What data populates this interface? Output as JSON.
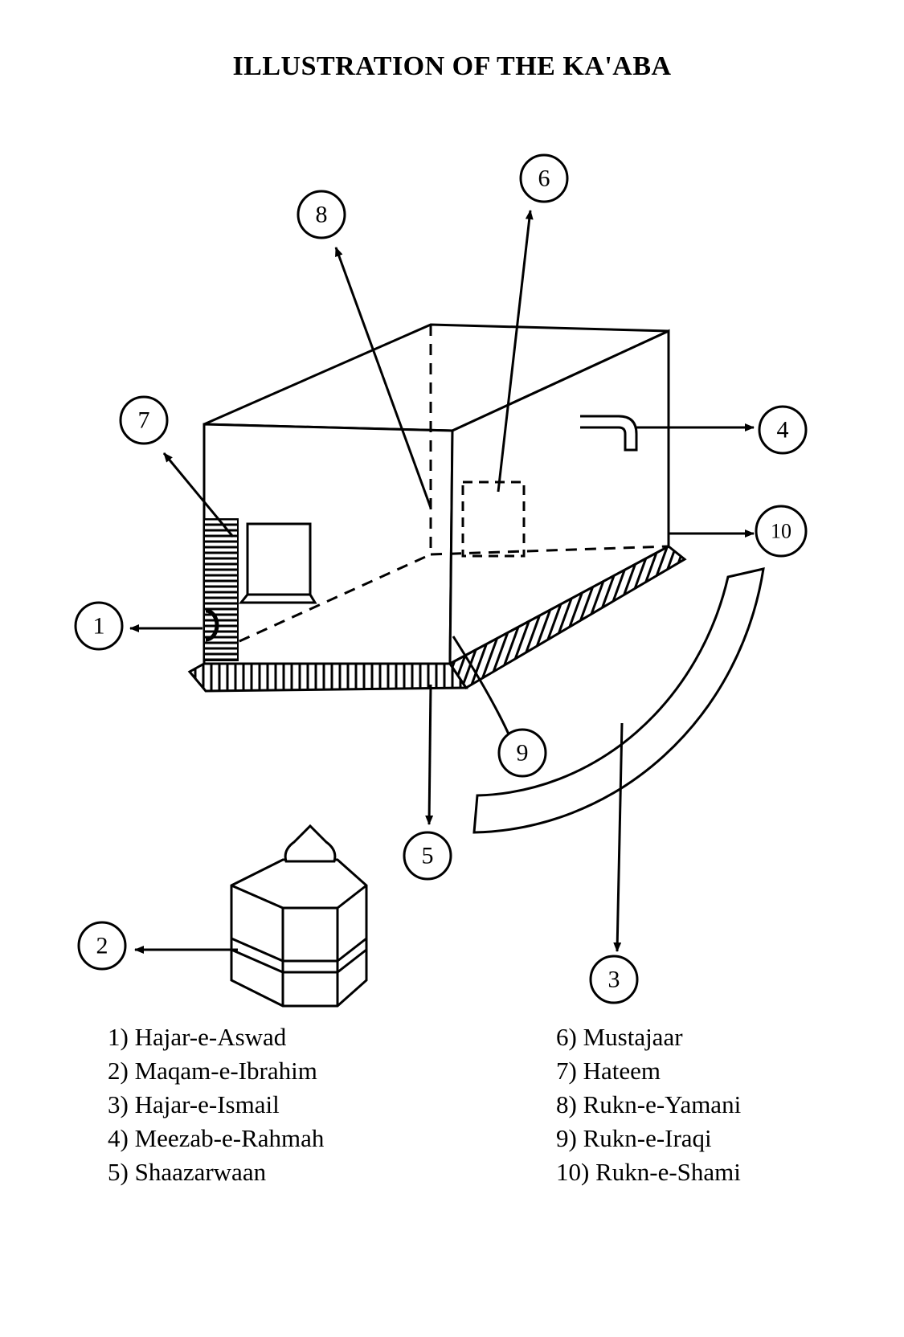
{
  "title": "ILLUSTRATION OF THE KA'ABA",
  "markers": [
    "1",
    "2",
    "3",
    "4",
    "5",
    "6",
    "7",
    "8",
    "9",
    "10"
  ],
  "legend_left": [
    "1) Hajar-e-Aswad",
    "2) Maqam-e-Ibrahim",
    "3) Hajar-e-Ismail",
    "4) Meezab-e-Rahmah",
    "5) Shaazarwaan"
  ],
  "legend_right": [
    "6) Mustajaar",
    "7) Hateem",
    "8) Rukn-e-Yamani",
    "9) Rukn-e-Iraqi",
    "10) Rukn-e-Shami"
  ]
}
